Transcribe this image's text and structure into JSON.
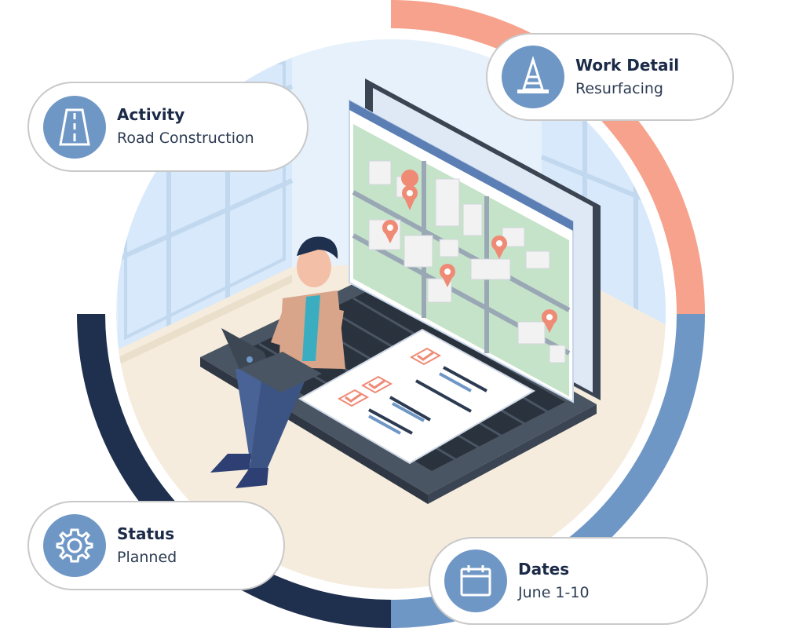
{
  "colors": {
    "ring_salmon": "#f6a28d",
    "ring_blue": "#6f97c6",
    "ring_navy": "#1f2f4e",
    "icon_badge": "#6f97c6",
    "map_green": "#c5e3c9",
    "pin": "#ef8a75"
  },
  "cards": {
    "activity": {
      "title": "Activity",
      "value": "Road Construction",
      "icon": "road-icon"
    },
    "work_detail": {
      "title": "Work Detail",
      "value": "Resurfacing",
      "icon": "traffic-cone-icon"
    },
    "status": {
      "title": "Status",
      "value": "Planned",
      "icon": "gear-icon"
    },
    "dates": {
      "title": "Dates",
      "value": "June 1-10",
      "icon": "calendar-icon"
    }
  }
}
